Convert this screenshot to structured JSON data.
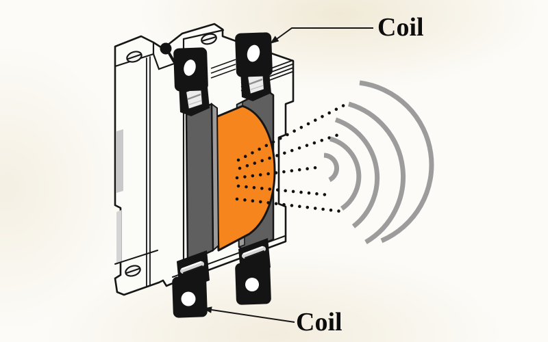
{
  "diagram": {
    "type": "contactor-coil-electromagnetic-field",
    "labels": {
      "coil_top": "Coil",
      "coil_bottom": "Coil"
    },
    "colors": {
      "background": "#fcfbf7",
      "body": "#fbfbf8",
      "body_side_recess": "#c9c9c9",
      "outline": "#161616",
      "coil": "#f6851d",
      "flange": "#5f5f5f",
      "flange_edge": "#9b9b9b",
      "terminal": "#141414",
      "terminal_hole": "#ffffff",
      "screw": "#f3f3f1",
      "wave": "#9c9c9c",
      "field_dots": "#111111",
      "label_text": "#0d0d0d"
    },
    "waves": {
      "count": 5,
      "style": "concentric-arcs-opening-left"
    },
    "field_lines": {
      "count": 5,
      "style": "dotted-rays-fanning-right"
    },
    "parts": {
      "terminals": [
        "top-left",
        "top-right",
        "bottom-left",
        "bottom-right"
      ],
      "screws": 3,
      "flanges": 2
    }
  }
}
